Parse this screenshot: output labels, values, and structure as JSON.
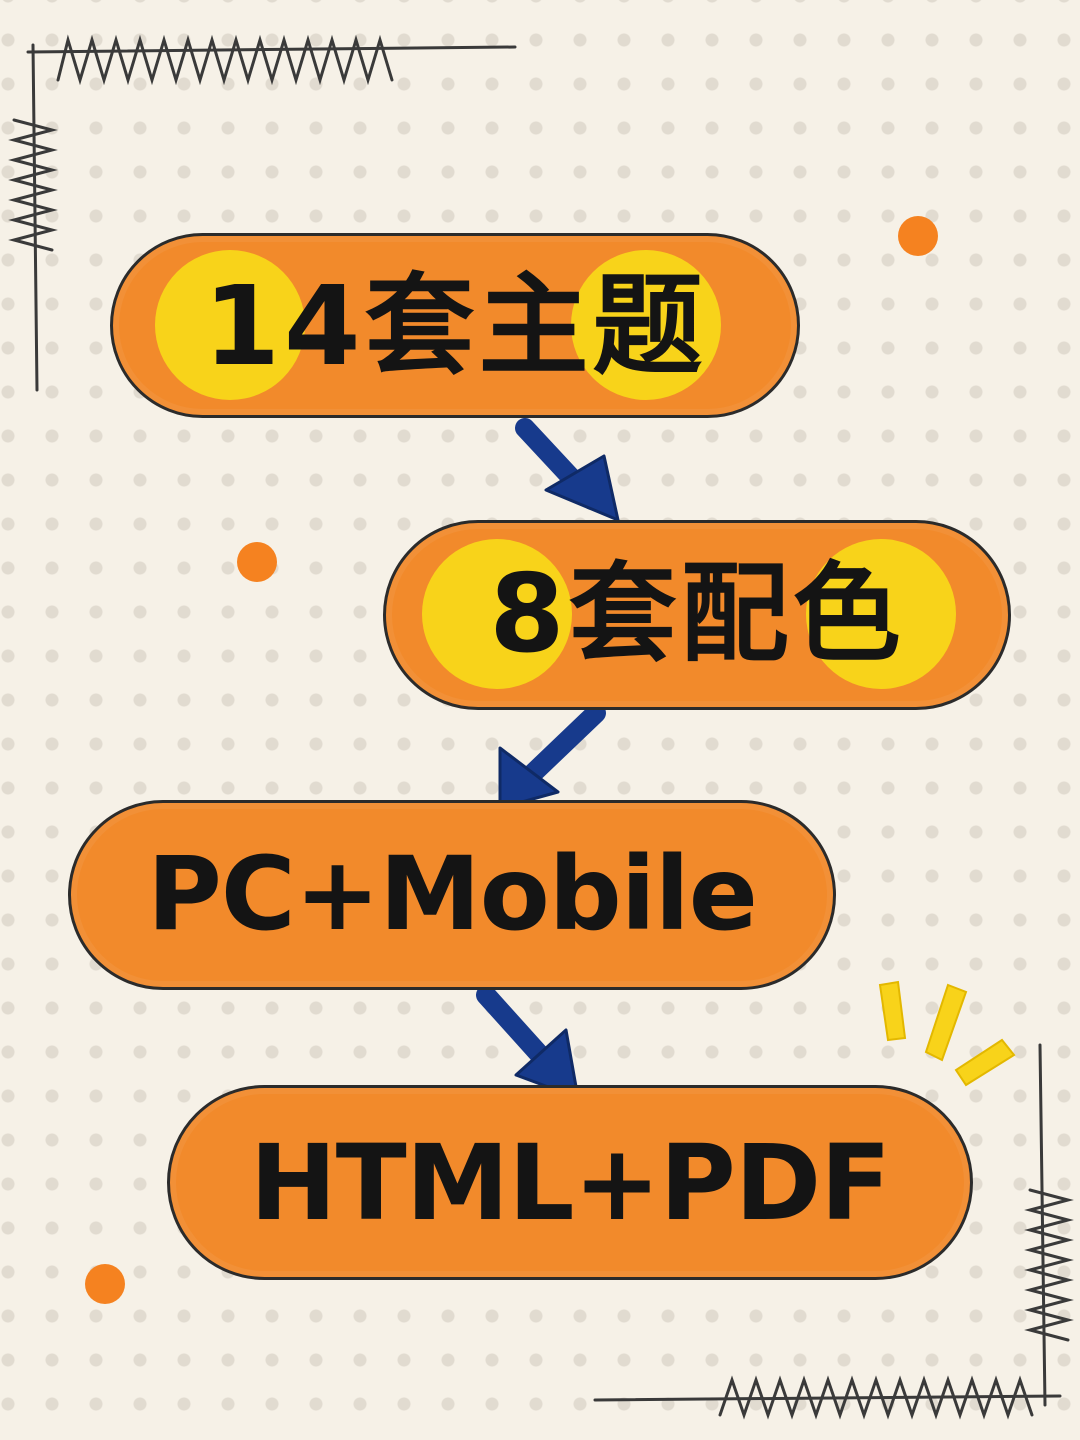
{
  "steps": [
    {
      "label": "14套主题"
    },
    {
      "label": "8套配色"
    },
    {
      "label": "PC+Mobile"
    },
    {
      "label": "HTML+PDF"
    }
  ],
  "colors": {
    "background": "#f6f1e7",
    "dot": "#e1dbd0",
    "pill": "#f28a2b",
    "highlight": "#f8d31a",
    "arrow": "#173a8c",
    "outline": "#2b2b2b",
    "text": "#141414"
  }
}
